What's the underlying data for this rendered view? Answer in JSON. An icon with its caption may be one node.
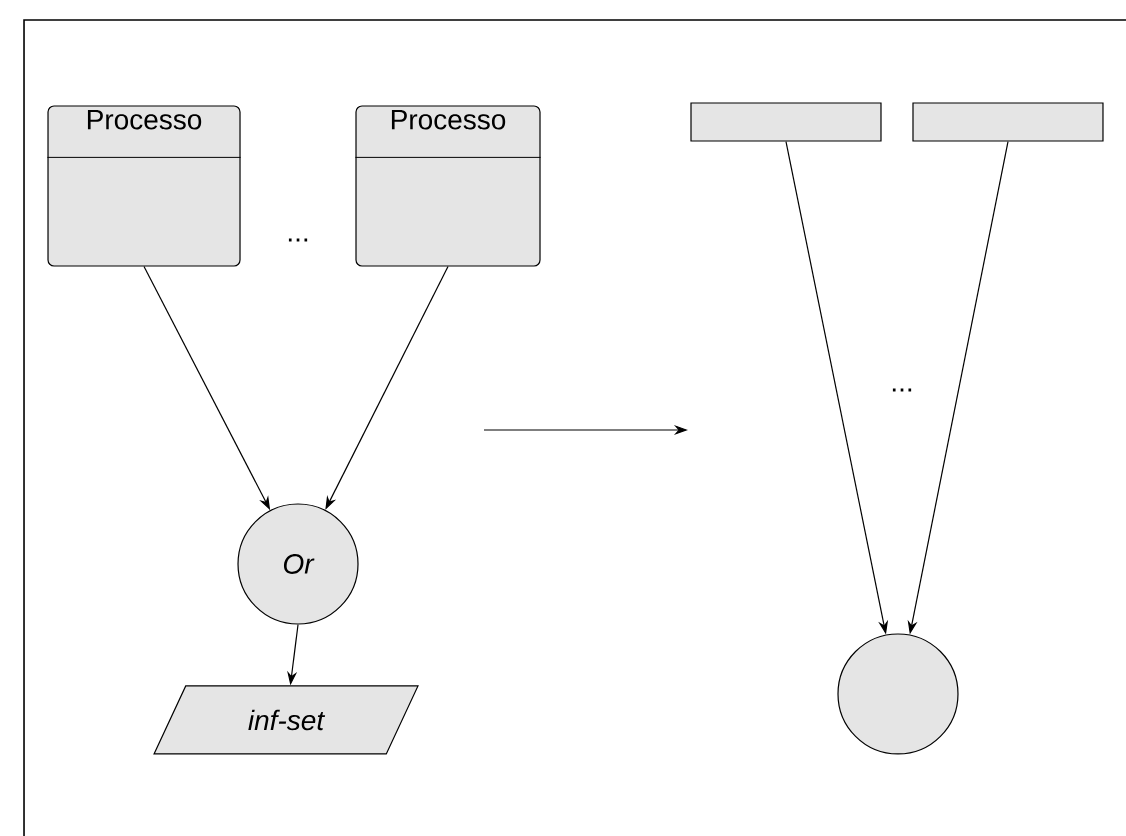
{
  "diagram": {
    "nodes": [
      {
        "text": [
          "Processo"
        ]
      },
      {
        "text": [
          "Processo"
        ]
      },
      {
        "text": [
          "Or"
        ]
      },
      {
        "text": [
          "inf-set"
        ]
      },
      {
        "text": [],
        "shape": "bar"
      },
      {
        "text": [],
        "shape": "bar"
      },
      {
        "text": [],
        "shape": "circle"
      }
    ],
    "edges": [
      {
        "from": 0,
        "to": 2,
        "arrow": "to"
      },
      {
        "from": 1,
        "to": 2,
        "arrow": "to"
      },
      {
        "from": 2,
        "to": 3,
        "arrow": "to"
      },
      {
        "from": 4,
        "to": 6,
        "arrow": "to"
      },
      {
        "from": 5,
        "to": 6,
        "arrow": "to"
      }
    ],
    "labels": [
      "...",
      "..."
    ]
  }
}
